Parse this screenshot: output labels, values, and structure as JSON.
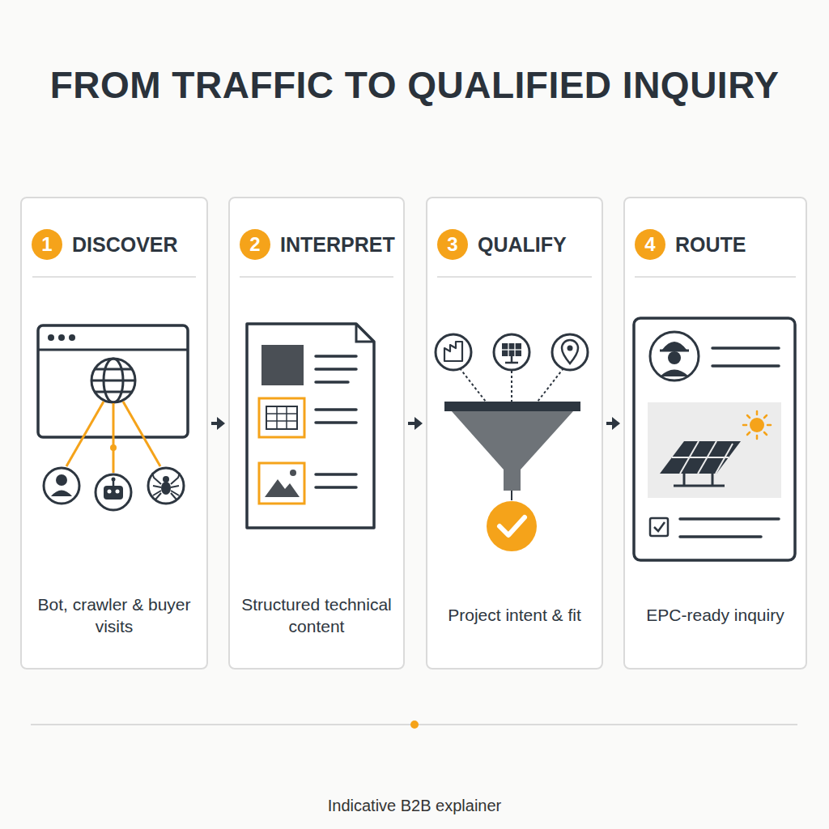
{
  "diagram": {
    "title": "FROM TRAFFIC TO QUALIFIED INQUIRY",
    "caption": "Indicative B2B explainer",
    "nodes": [
      {
        "text": [
          "DISCOVER",
          "Bot, crawler & buyer visits"
        ]
      },
      {
        "text": [
          "1"
        ],
        "in": 0
      },
      {
        "text": [
          "INTERPRET",
          "Structured technical content"
        ]
      },
      {
        "text": [
          "2"
        ],
        "in": 2
      },
      {
        "text": [
          "QUALIFY",
          "Project intent & fit"
        ]
      },
      {
        "text": [
          "3"
        ],
        "in": 4
      },
      {
        "text": [
          "ROUTE",
          "EPC-ready inquiry"
        ]
      },
      {
        "text": [
          "4"
        ],
        "in": 6
      }
    ],
    "edges": [
      {
        "from": 0,
        "to": 2,
        "arrow": "to"
      },
      {
        "from": 2,
        "to": 4,
        "arrow": "to"
      },
      {
        "from": 4,
        "to": 6,
        "arrow": "to"
      }
    ]
  }
}
